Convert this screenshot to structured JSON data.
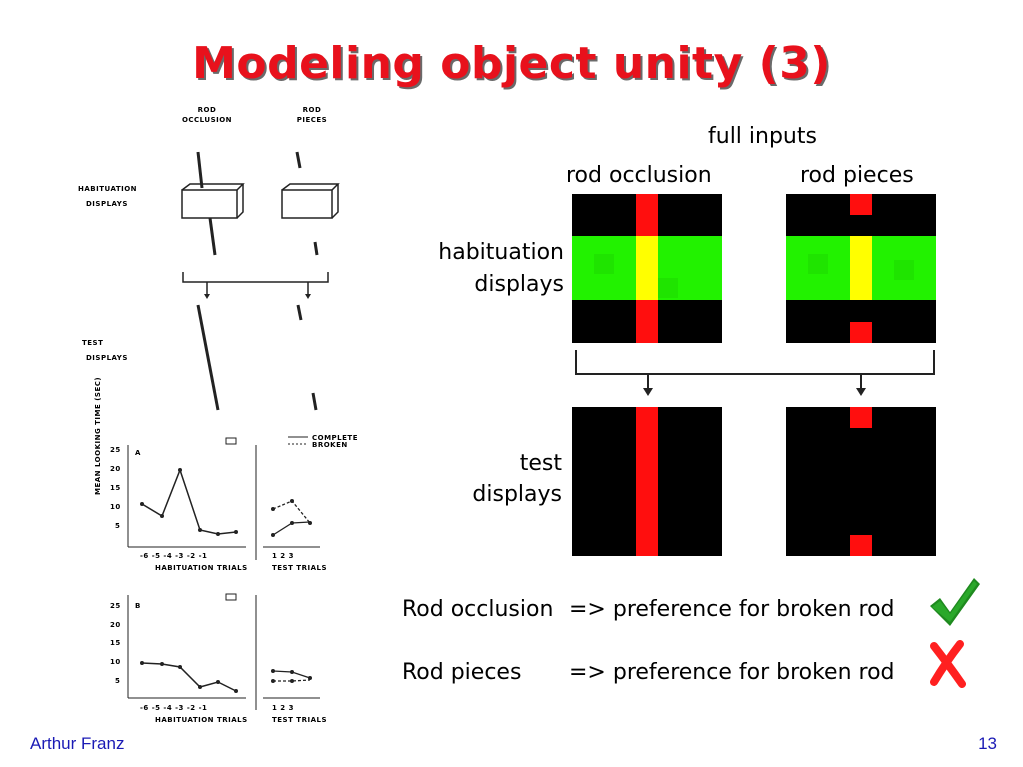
{
  "title": "Modeling object unity (3)",
  "scan": {
    "rod_occlusion": "ROD OCCLUSION",
    "rod_pieces": "ROD PIECES",
    "habituation_displays": "HABITUATION DISPLAYS",
    "test_displays": "TEST DISPLAYS",
    "legend_complete": "COMPLETE",
    "legend_broken": "BROKEN",
    "y_axis_label": "MEAN LOOKING TIME (SEC)",
    "x_label_habituation": "HABITUATION TRIALS",
    "x_label_test": "TEST TRIALS",
    "panel_a": "A",
    "panel_b": "B",
    "y_ticks": [
      "25",
      "20",
      "15",
      "10",
      "5"
    ],
    "x_ticks_hab": [
      "-6",
      "-5",
      "-4",
      "-3",
      "-2",
      "-1"
    ],
    "x_ticks_test": [
      "1",
      "2",
      "3"
    ]
  },
  "model": {
    "full_inputs": "full inputs",
    "col_occlusion": "rod occlusion",
    "col_pieces": "rod pieces",
    "row_habituation_1": "habituation",
    "row_habituation_2": "displays",
    "row_test_1": "test",
    "row_test_2": "displays",
    "colors": {
      "red": "#ff0e0e",
      "green": "#22f200",
      "yellow": "#ffff00",
      "black": "#000000"
    }
  },
  "conclusions": {
    "line1_left": "Rod occlusion",
    "line1_right": "=> preference for broken rod",
    "line1_mark": "check-mark-icon",
    "line1_mark_color": "#1f8a1f",
    "line2_left": "Rod pieces",
    "line2_right": "=> preference for broken rod",
    "line2_mark": "cross-mark-icon",
    "line2_mark_color": "#ff2020"
  },
  "footer": {
    "author": "Arthur Franz",
    "page": "13"
  }
}
